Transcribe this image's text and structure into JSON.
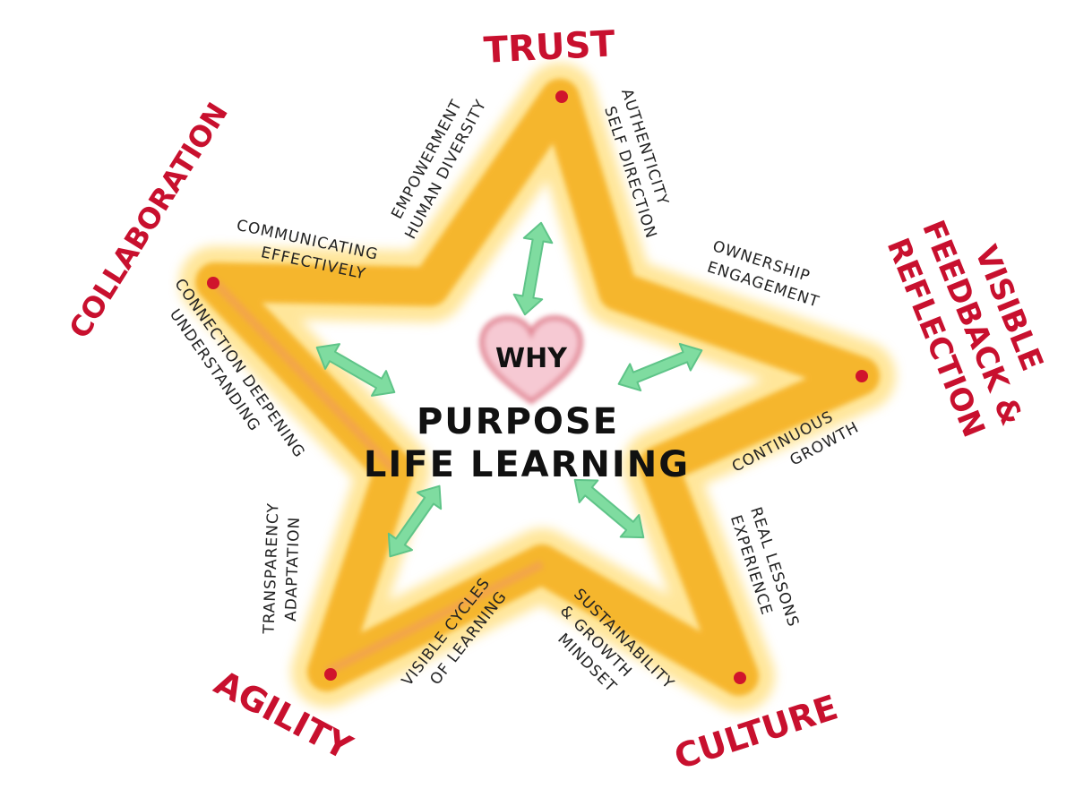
{
  "center": {
    "heart_text": "WHY",
    "line1": "PURPOSE",
    "line2": "LIFE LEARNING"
  },
  "points": {
    "top": "TRUST",
    "right": [
      "VISIBLE",
      "FEEDBACK &",
      "REFLECTION"
    ],
    "bottom_right": "CULTURE",
    "bottom_left": "AGILITY",
    "left": "COLLABORATION"
  },
  "notes": {
    "empowerment": [
      "EMPOWERMENT",
      "HUMAN DIVERSITY"
    ],
    "authenticity": [
      "AUTHENTICITY",
      "SELF DIRECTION"
    ],
    "communicating": [
      "COMMUNICATING",
      "EFFECTIVELY"
    ],
    "ownership": [
      "OWNERSHIP",
      "ENGAGEMENT"
    ],
    "connection": [
      "CONNECTION DEEPENING",
      "UNDERSTANDING"
    ],
    "continuous": [
      "CONTINUOUS",
      "GROWTH"
    ],
    "transparency": [
      "TRANSPARENCY",
      "ADAPTATION"
    ],
    "real_lessons": [
      "REAL LESSONS",
      "EXPERIENCE"
    ],
    "visible_cycles": [
      "VISIBLE CYCLES",
      "OF LEARNING"
    ],
    "sustainability": [
      "SUSTAINABILITY",
      "& GROWTH",
      "MINDSET"
    ]
  },
  "colors": {
    "star": "#f5b120",
    "star_glow": "#ffd24a",
    "accent_red": "#c8102e",
    "arrows": "#7fdca0",
    "heart": "#e07d8c"
  }
}
